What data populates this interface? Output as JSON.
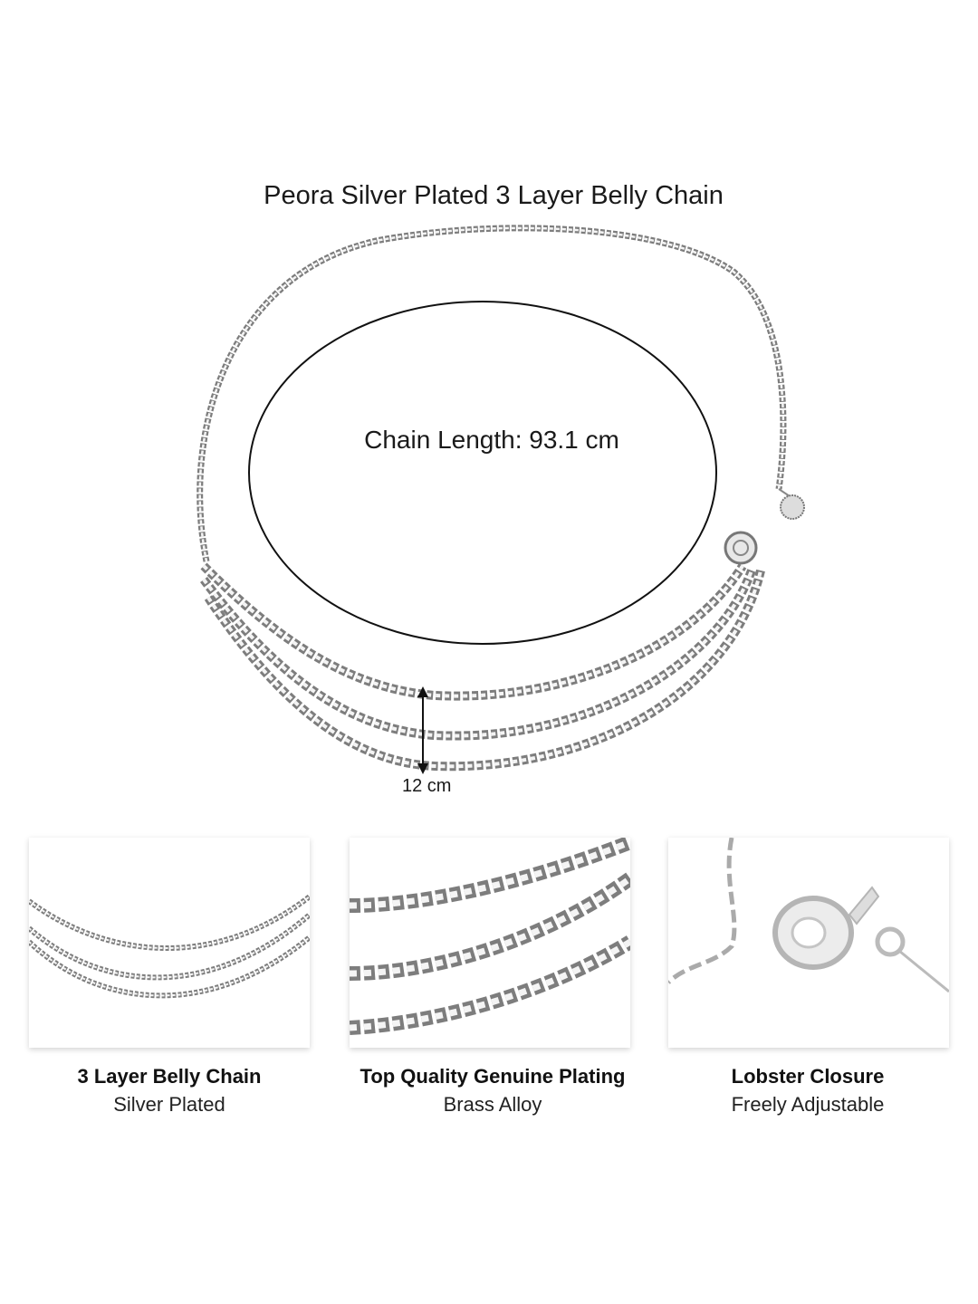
{
  "product": {
    "title": "Peora Silver Plated 3 Layer Belly Chain",
    "chain_length_label": "Chain Length: 93.1 cm",
    "drop_label": "12 cm"
  },
  "features": [
    {
      "title": "3 Layer Belly Chain",
      "subtitle": "Silver Plated"
    },
    {
      "title": "Top Quality Genuine Plating",
      "subtitle": "Brass Alloy"
    },
    {
      "title": "Lobster Closure",
      "subtitle": "Freely Adjustable"
    }
  ],
  "colors": {
    "chain": "#7d7d7d",
    "text": "#1a1a1a"
  }
}
